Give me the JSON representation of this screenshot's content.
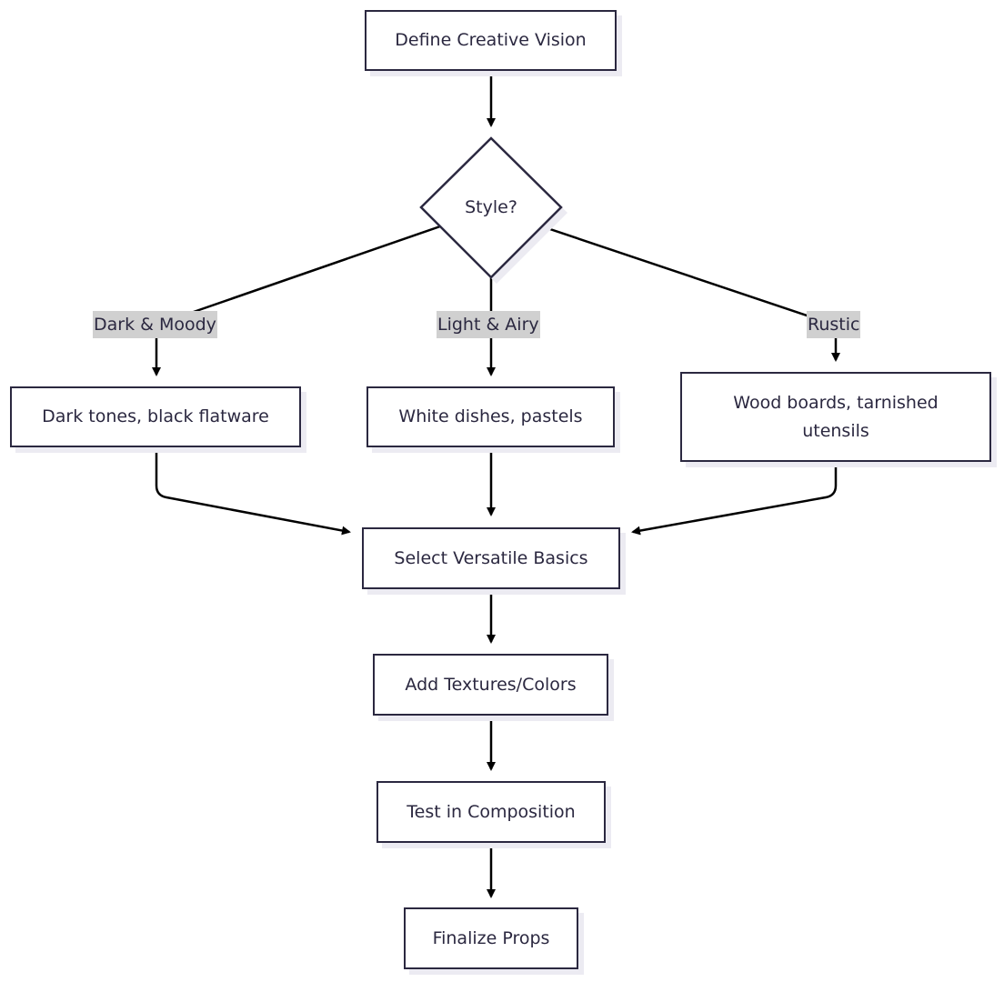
{
  "diagram": {
    "nodes": {
      "define": "Define Creative Vision",
      "style": "Style?",
      "dark": "Dark tones, black flatware",
      "light": "White dishes, pastels",
      "rustic_line1": "Wood boards, tarnished",
      "rustic_line2": "utensils",
      "select": "Select Versatile Basics",
      "add": "Add Textures/Colors",
      "test": "Test in Composition",
      "finalize": "Finalize Props"
    },
    "edge_labels": {
      "dark": "Dark & Moody",
      "light": "Light & Airy",
      "rustic": "Rustic"
    },
    "colors": {
      "stroke": "#2b2840",
      "edge": "#000000",
      "label_bg": "#d0d0d0",
      "shadow": "#ecebf2"
    }
  }
}
